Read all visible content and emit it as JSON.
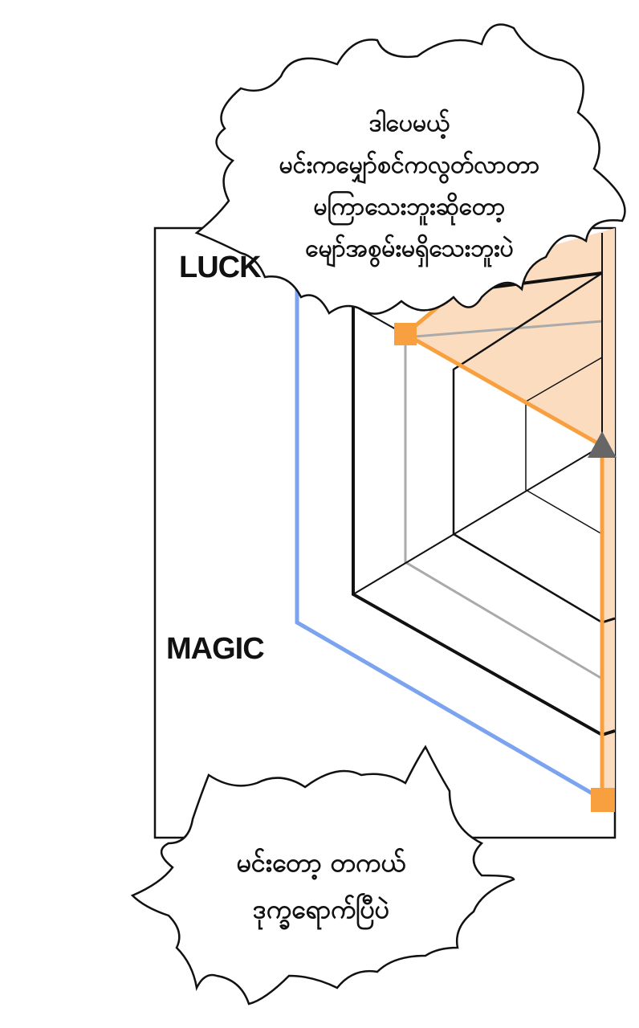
{
  "panel": {
    "stat_labels": {
      "luck": "LUCK",
      "magic": "MAGIC"
    }
  },
  "bubbles": {
    "top": {
      "lines": [
        "ဒါပေမယ့်",
        "မင်းကမျှော်စင်ကလွတ်လာတာ",
        "မကြာသေးဘူးဆိုတော့",
        "မျော်အစွမ်းမရှိသေးဘူးပဲ"
      ]
    },
    "bottom": {
      "lines": [
        "မင်းတော့ တကယ်",
        "ဒုက္ခရောက်ပြီပဲ"
      ]
    }
  },
  "colors": {
    "orange": "#f8a040",
    "orange_fill": "#fbdcbf",
    "blue": "#7ba3f0",
    "gray": "#b0b0b0",
    "marker_gray": "#666666"
  }
}
